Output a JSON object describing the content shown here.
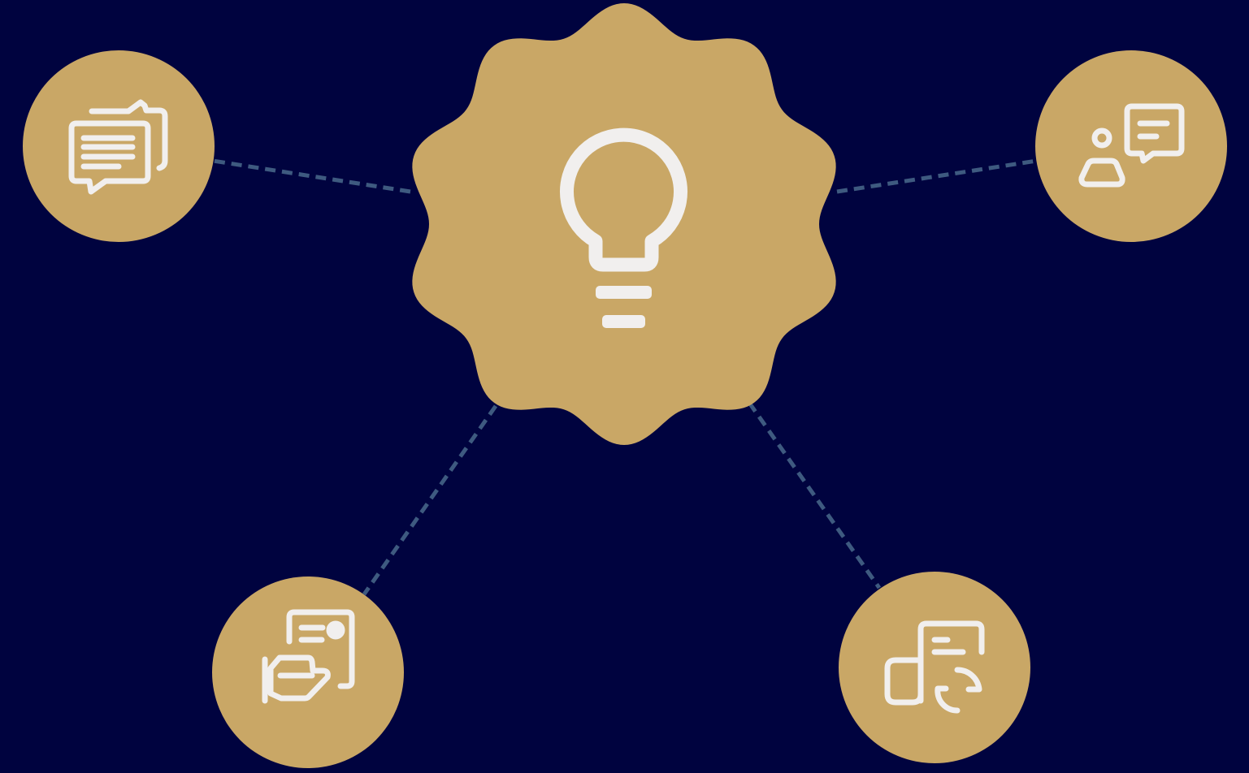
{
  "colors": {
    "background": "#00033F",
    "node_fill": "#C9A766",
    "icon_stroke": "#F1EFEE",
    "connector": "#3E5A80"
  },
  "center_node": {
    "shape": "scalloped-badge",
    "icon": "lightbulb-icon"
  },
  "satellite_nodes": [
    {
      "id": "top-left",
      "icon": "chat-messages-icon"
    },
    {
      "id": "top-right",
      "icon": "person-speech-icon"
    },
    {
      "id": "bottom-left",
      "icon": "hand-document-icon"
    },
    {
      "id": "bottom-right",
      "icon": "document-analytics-icon"
    }
  ],
  "connectors": [
    {
      "from": "center",
      "to": "top-left",
      "style": "dashed"
    },
    {
      "from": "center",
      "to": "top-right",
      "style": "dashed"
    },
    {
      "from": "center",
      "to": "bottom-left",
      "style": "dashed"
    },
    {
      "from": "center",
      "to": "bottom-right",
      "style": "dashed"
    }
  ]
}
